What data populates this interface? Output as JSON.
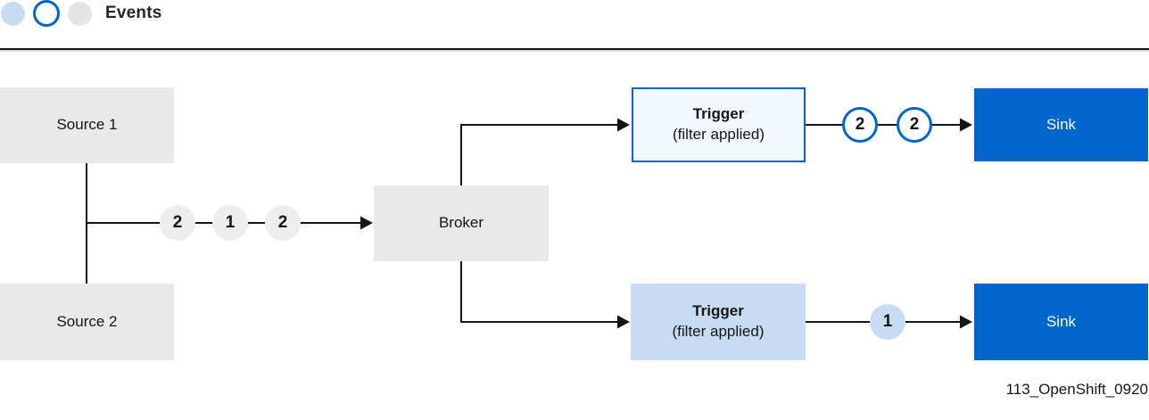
{
  "legend": {
    "label": "Events",
    "items": [
      {
        "name": "event-type-filled-blue",
        "style": "light-blue"
      },
      {
        "name": "event-type-outlined-blue",
        "style": "white-with-blue-border"
      },
      {
        "name": "event-type-gray",
        "style": "gray"
      }
    ]
  },
  "nodes": {
    "source1": {
      "label": "Source 1"
    },
    "source2": {
      "label": "Source 2"
    },
    "broker": {
      "label": "Broker"
    },
    "trigger1": {
      "title": "Trigger",
      "subtitle": "(filter applied)"
    },
    "trigger2": {
      "title": "Trigger",
      "subtitle": "(filter applied)"
    },
    "sink1": {
      "label": "Sink"
    },
    "sink2": {
      "label": "Sink"
    }
  },
  "events": {
    "sources_to_broker": [
      "2",
      "1",
      "2"
    ],
    "trigger1_to_sink": [
      "2",
      "2"
    ],
    "trigger2_to_sink": [
      "1"
    ]
  },
  "caption": "113_OpenShift_0920",
  "colors": {
    "accent_blue": "#0066CC",
    "light_blue": "#C7DCF2",
    "pale_blue_fill": "#F2F8FE",
    "box_gray": "#E9E9E9",
    "line_dark": "#151515",
    "background": "#ffffff"
  }
}
